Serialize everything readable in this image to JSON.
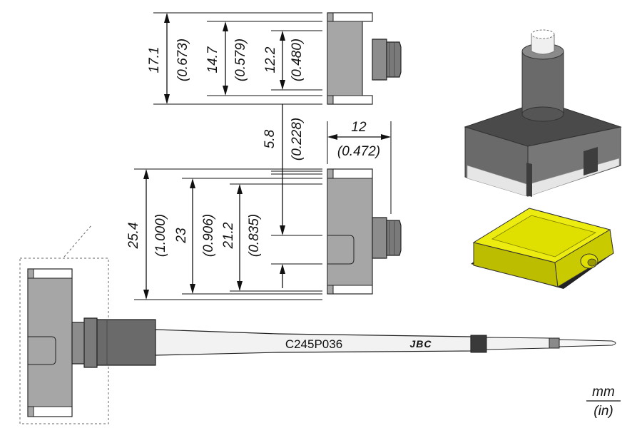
{
  "units": {
    "metric": "mm",
    "imperial": "(in)"
  },
  "part": {
    "code": "C245P036",
    "brand": "JBC"
  },
  "dimensions": {
    "d1": {
      "mm": "17.1",
      "in": "(0.673)"
    },
    "d2": {
      "mm": "14.7",
      "in": "(0.579)"
    },
    "d3": {
      "mm": "12.2",
      "in": "(0.480)"
    },
    "d4": {
      "mm": "5.8",
      "in": "(0.228)"
    },
    "d5": {
      "mm": "12",
      "in": "(0.472)"
    },
    "d6": {
      "mm": "25.4",
      "in": "(1.000)"
    },
    "d7": {
      "mm": "23",
      "in": "(0.906)"
    },
    "d8": {
      "mm": "21.2",
      "in": "(0.835)"
    }
  },
  "colors": {
    "body_grey": "#a6a6a6",
    "dark_grey": "#5e5e5e",
    "chip_yellow": "#e8e800",
    "outline": "#222222"
  }
}
